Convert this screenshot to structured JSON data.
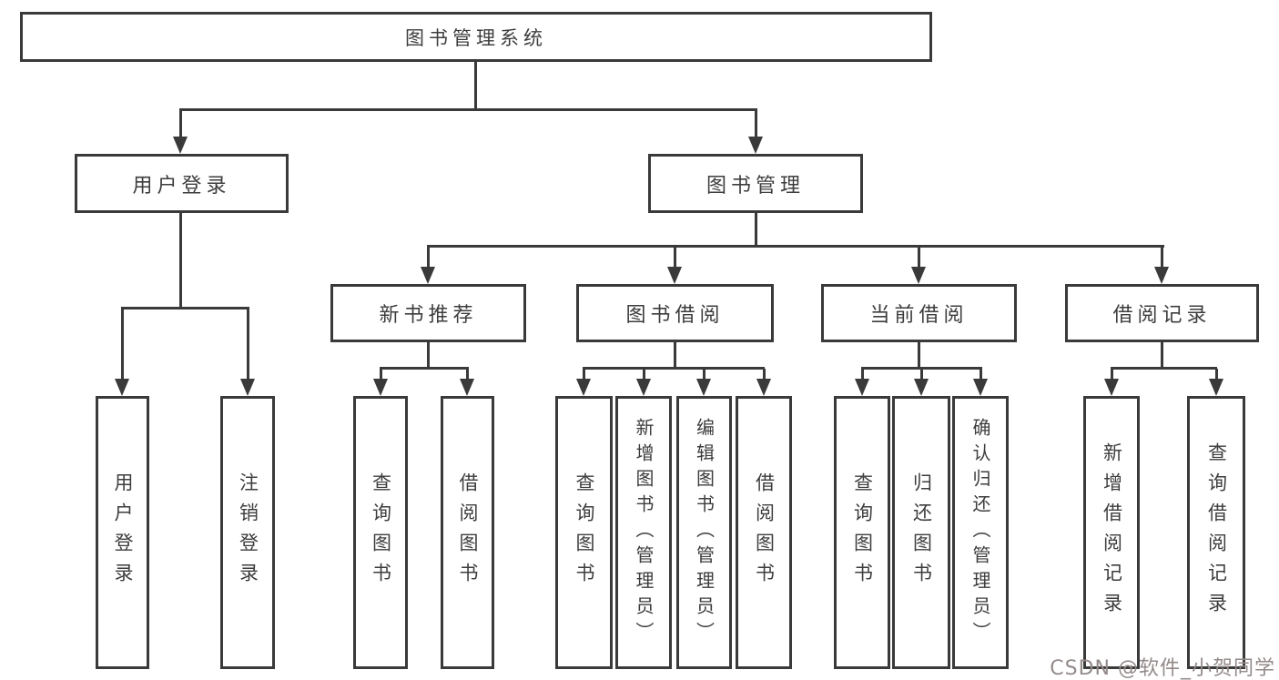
{
  "diagram": {
    "type": "tree",
    "line_color": "#3a3a3a",
    "text_color": "#3d3d3d",
    "tree": {
      "label": "图书管理系统",
      "children": [
        {
          "label": "用户登录",
          "children": [
            {
              "label": "用户登录"
            },
            {
              "label": "注销登录"
            }
          ]
        },
        {
          "label": "图书管理",
          "children": [
            {
              "label": "新书推荐",
              "children": [
                {
                  "label": "查询图书"
                },
                {
                  "label": "借阅图书"
                }
              ]
            },
            {
              "label": "图书借阅",
              "children": [
                {
                  "label": "查询图书"
                },
                {
                  "label": "新增图书（管理员）"
                },
                {
                  "label": "编辑图书（管理员）"
                },
                {
                  "label": "借阅图书"
                }
              ]
            },
            {
              "label": "当前借阅",
              "children": [
                {
                  "label": "查询图书"
                },
                {
                  "label": "归还图书"
                },
                {
                  "label": "确认归还（管理员）"
                }
              ]
            },
            {
              "label": "借阅记录",
              "children": [
                {
                  "label": "新增借阅记录"
                },
                {
                  "label": "查询借阅记录"
                }
              ]
            }
          ]
        }
      ]
    }
  },
  "watermark": {
    "text": "CSDN @软件_小贺同学"
  }
}
